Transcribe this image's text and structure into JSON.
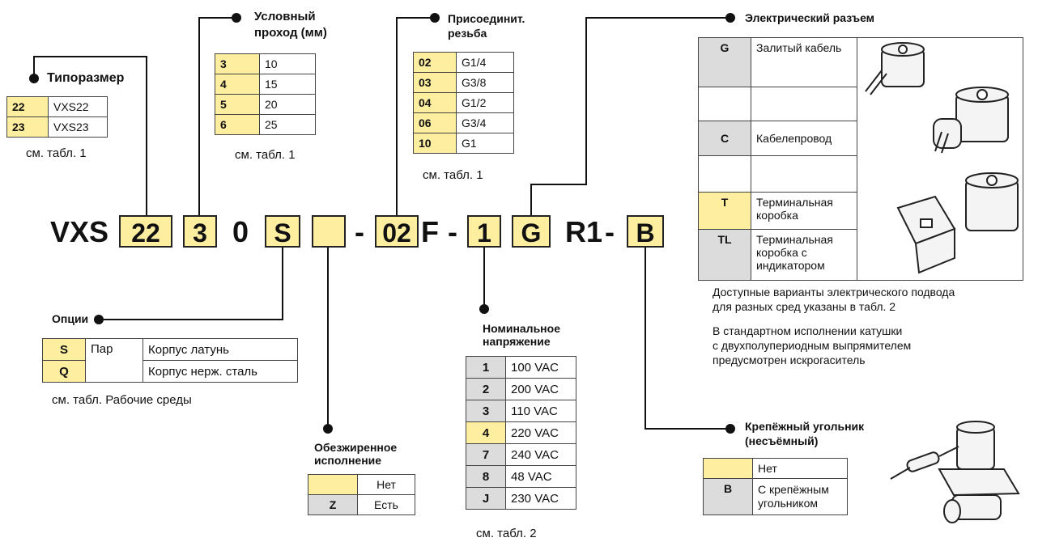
{
  "code": {
    "prefix": "VXS",
    "size": "22",
    "orifice": "3",
    "zero": "0",
    "option": "S",
    "dash1": "-",
    "port_size": "02",
    "port_suffix": "F",
    "dash2": "-",
    "voltage": "1",
    "connector": "G",
    "r1": "R1",
    "dash3": "-",
    "bracket": "B"
  },
  "size_block": {
    "title": "Типоразмер",
    "rows": [
      [
        "22",
        "VXS22"
      ],
      [
        "23",
        "VXS23"
      ]
    ],
    "note": "см. табл. 1"
  },
  "orifice_block": {
    "title_line1": "Условный",
    "title_line2": "проход (мм)",
    "rows": [
      [
        "3",
        "10"
      ],
      [
        "4",
        "15"
      ],
      [
        "5",
        "20"
      ],
      [
        "6",
        "25"
      ]
    ],
    "note": "см. табл. 1"
  },
  "port_block": {
    "title_line1": "Присоединит.",
    "title_line2": "резьба",
    "rows": [
      [
        "02",
        "G1/4"
      ],
      [
        "03",
        "G3/8"
      ],
      [
        "04",
        "G1/2"
      ],
      [
        "06",
        "G3/4"
      ],
      [
        "10",
        "G1"
      ]
    ],
    "note": "см. табл. 1"
  },
  "electrical_block": {
    "title": "Электрический разъем",
    "rows": [
      {
        "code": "G",
        "desc": "Залитый кабель"
      },
      {
        "code": "",
        "desc": ""
      },
      {
        "code": "C",
        "desc": "Кабелепровод"
      },
      {
        "code": "",
        "desc": ""
      },
      {
        "code": "T",
        "desc": "Терминальная коробка"
      },
      {
        "code": "TL",
        "desc": "Терминальная коробка с индикатором"
      }
    ],
    "note1_line1": "Доступные варианты электрического подвода",
    "note1_line2": "для разных сред указаны в табл. 2",
    "note2_line1": "В стандартном исполнении катушки",
    "note2_line2": "с двухполупериодным выпрямителем",
    "note2_line3": "предусмотрен искрогаситель"
  },
  "options_block": {
    "title": "Опции",
    "rows": [
      [
        "S",
        "Пар",
        "Корпус латунь"
      ],
      [
        "Q",
        "",
        "Корпус нерж. сталь"
      ]
    ],
    "note": "см. табл. Рабочие среды"
  },
  "degreased_block": {
    "title_line1": "Обезжиренное",
    "title_line2": "исполнение",
    "rows": [
      [
        "",
        "Нет"
      ],
      [
        "Z",
        "Есть"
      ]
    ]
  },
  "voltage_block": {
    "title_line1": "Номинальное",
    "title_line2": "напряжение",
    "rows": [
      [
        "1",
        "100 VAC"
      ],
      [
        "2",
        "200 VAC"
      ],
      [
        "3",
        "110 VAC"
      ],
      [
        "4",
        "220 VAC"
      ],
      [
        "7",
        "240 VAC"
      ],
      [
        "8",
        "48 VAC"
      ],
      [
        "J",
        "230 VAC"
      ]
    ],
    "note": "см. табл. 2"
  },
  "bracket_block": {
    "title_line1": "Крепёжный угольник",
    "title_line2": "(несъёмный)",
    "rows": [
      [
        "",
        "Нет"
      ],
      [
        "B",
        "С крепёжным угольником"
      ]
    ]
  },
  "colors": {
    "highlight": "#fdeea0",
    "gray": "#dcdcdc",
    "line": "#111111"
  }
}
